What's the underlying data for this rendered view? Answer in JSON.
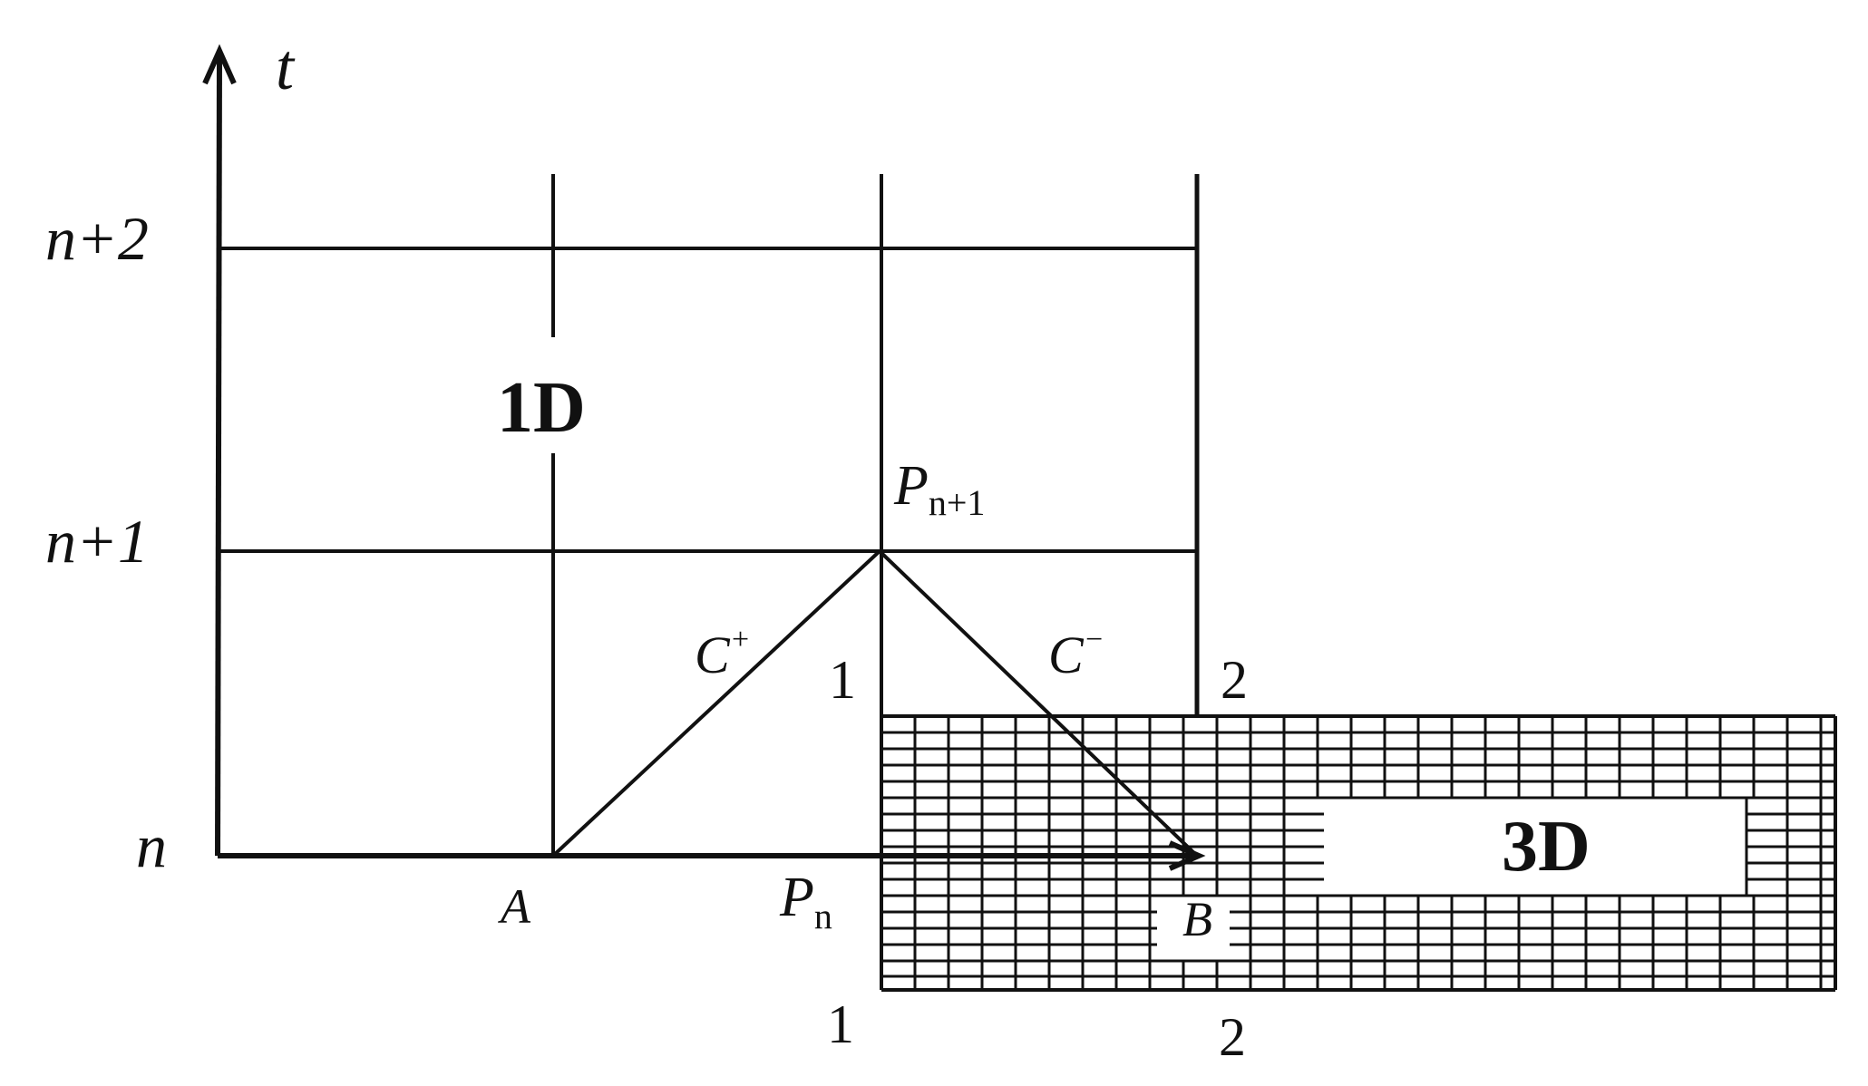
{
  "axis": {
    "time_label": "t"
  },
  "time_levels": {
    "n": "n",
    "n1": "n+1",
    "n2": "n+2"
  },
  "regions": {
    "one_d": "1D",
    "three_d": "3D"
  },
  "points": {
    "A": "A",
    "B": "B",
    "P": "P",
    "Pn_sub": "n",
    "Pn1_sub": "n+1"
  },
  "characteristics": {
    "plus": {
      "base": "C",
      "sup": "+"
    },
    "minus": {
      "base": "C",
      "sup": "−"
    }
  },
  "nodes": {
    "upper_1": "1",
    "upper_2": "2",
    "lower_1": "1",
    "lower_2": "2"
  },
  "colors": {
    "ink": "#111111",
    "background": "#ffffff"
  }
}
